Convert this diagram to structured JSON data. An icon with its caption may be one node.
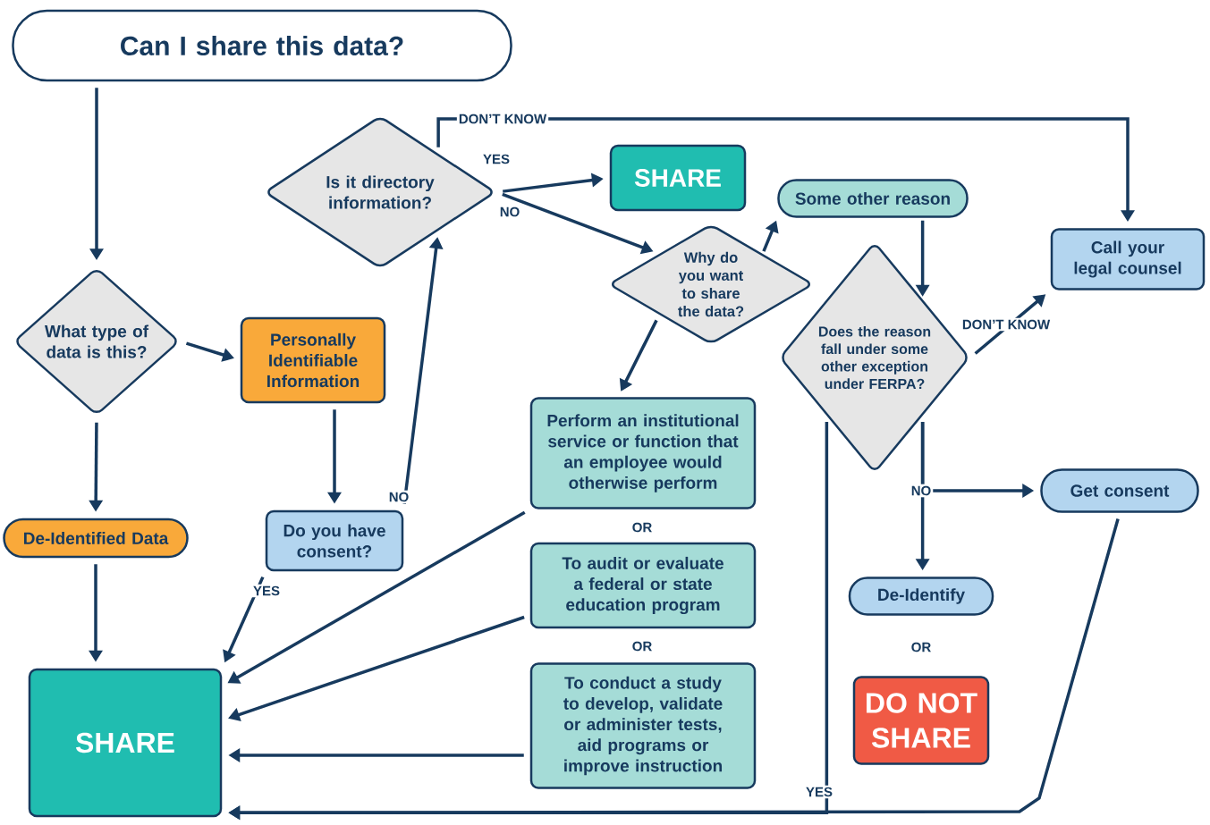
{
  "diagram": {
    "nodes": [
      {
        "text": [
          "Can I share this data?"
        ]
      },
      {
        "text": [
          "What type of data is this?"
        ]
      },
      {
        "text": [
          "Personally Identifiable Information"
        ]
      },
      {
        "text": [
          "De-Identified Data"
        ]
      },
      {
        "text": [
          "Do you have consent?"
        ]
      },
      {
        "text": [
          "SHARE"
        ]
      },
      {
        "text": [
          "Is it directory information?"
        ]
      },
      {
        "text": [
          "SHARE"
        ]
      },
      {
        "text": [
          "Why do you want to share the data?"
        ]
      },
      {
        "text": [
          "Some other reason"
        ]
      },
      {
        "text": [
          "Perform an institutional service or function that an employee would otherwise perform"
        ]
      },
      {
        "text": [
          "To audit or evaluate a federal or state education program"
        ]
      },
      {
        "text": [
          "To conduct a study to develop, validate or administer tests, aid programs or improve instruction"
        ]
      },
      {
        "text": [
          "Does the reason fall under some other exception under FERPA?"
        ]
      },
      {
        "text": [
          "Call your legal counsel"
        ]
      },
      {
        "text": [
          "Get consent"
        ]
      },
      {
        "text": [
          "De-Identify"
        ]
      },
      {
        "text": [
          "DO NOT SHARE"
        ]
      }
    ],
    "edges": [
      {
        "from": 0,
        "to": 1,
        "arrow": "to"
      },
      {
        "from": 1,
        "to": 2,
        "arrow": "to"
      },
      {
        "from": 1,
        "to": 3,
        "arrow": "to"
      },
      {
        "from": 2,
        "to": 4,
        "arrow": "to"
      },
      {
        "from": 4,
        "to": 6,
        "arrow": "to",
        "label": "NO"
      },
      {
        "from": 4,
        "to": 5,
        "arrow": "to",
        "label": "YES"
      },
      {
        "from": 3,
        "to": 5,
        "arrow": "to"
      },
      {
        "from": 6,
        "to": 7,
        "arrow": "to",
        "label": "YES"
      },
      {
        "from": 6,
        "to": 8,
        "arrow": "to",
        "label": "NO"
      },
      {
        "from": 6,
        "to": 14,
        "arrow": "to",
        "label": "DON’T KNOW"
      },
      {
        "from": 8,
        "to": 9,
        "arrow": "to"
      },
      {
        "from": 8,
        "to": 10,
        "arrow": "to"
      },
      {
        "from": 10,
        "to": 5,
        "arrow": "to"
      },
      {
        "from": 11,
        "to": 5,
        "arrow": "to"
      },
      {
        "from": 12,
        "to": 5,
        "arrow": "to"
      },
      {
        "from": 9,
        "to": 13,
        "arrow": "to"
      },
      {
        "from": 13,
        "to": 14,
        "arrow": "to",
        "label": "DON’T KNOW"
      },
      {
        "from": 13,
        "to": 15,
        "arrow": "to",
        "label": "NO"
      },
      {
        "from": 13,
        "to": 16,
        "arrow": "to"
      },
      {
        "from": 13,
        "to": 5,
        "arrow": "to",
        "label": "YES"
      },
      {
        "from": 15,
        "to": 5,
        "arrow": "to"
      }
    ],
    "labels": [
      "OR",
      "OR",
      "OR"
    ]
  }
}
